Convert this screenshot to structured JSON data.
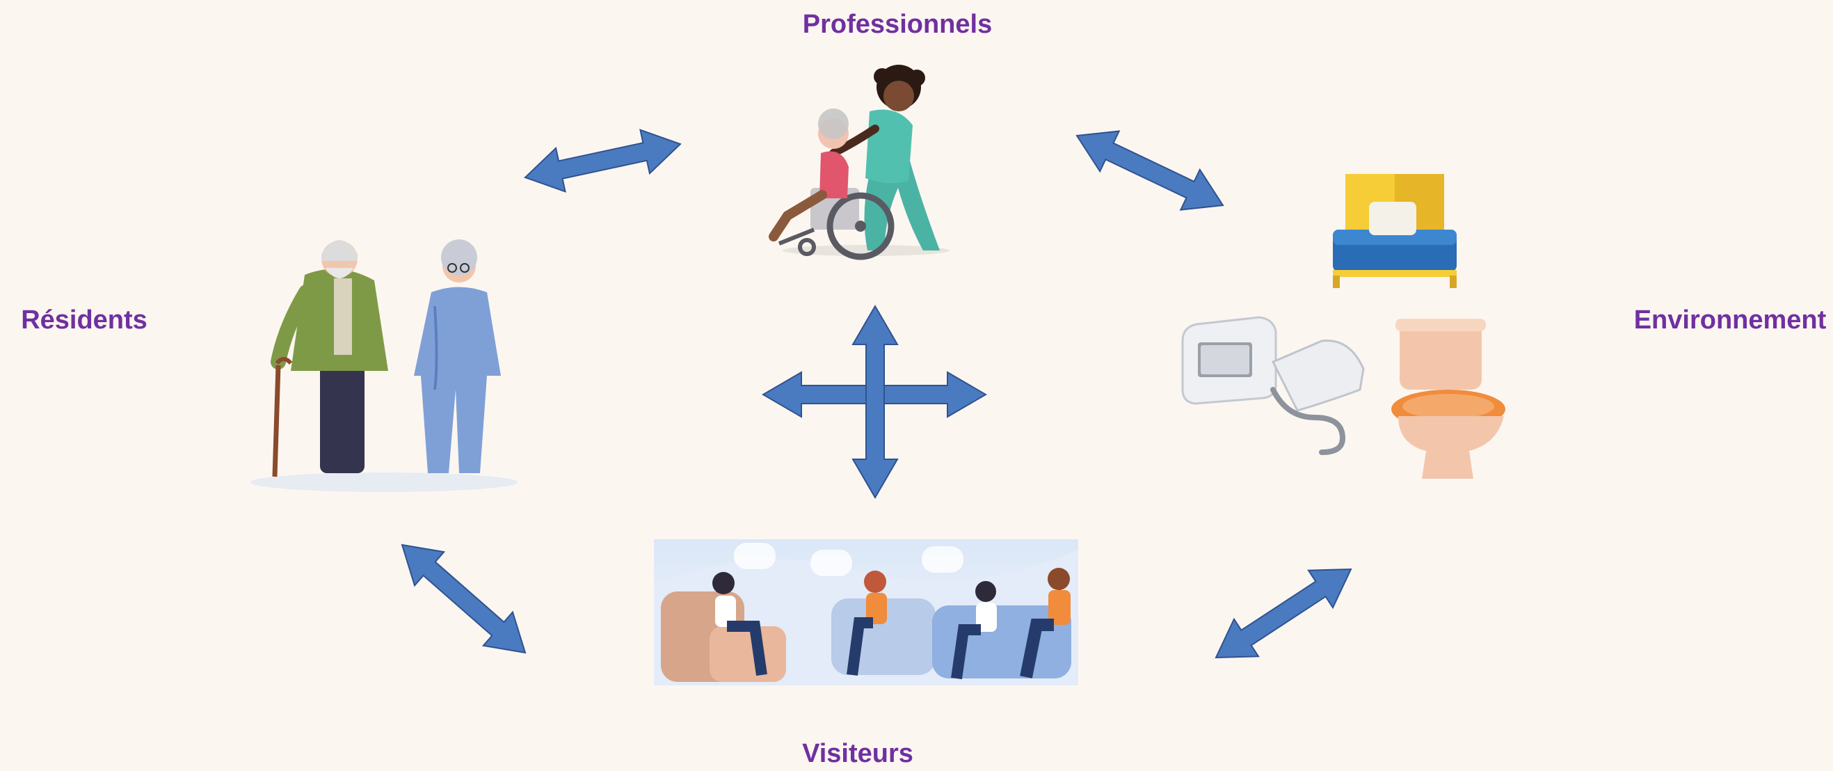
{
  "labels": {
    "top": "Professionnels",
    "left": "Résidents",
    "right": "Environnement",
    "bottom": "Visiteurs"
  },
  "colors": {
    "label": "#7030a0",
    "arrow_fill": "#4a7bc0",
    "arrow_stroke": "#2f528f",
    "background": "#fcf6f1"
  },
  "icons": [
    "nurse-pushing-wheelchair-illustration",
    "elderly-couple-illustration",
    "bed-icon",
    "blood-pressure-monitor-icon",
    "toilet-icon",
    "visitors-conversation-illustration"
  ]
}
